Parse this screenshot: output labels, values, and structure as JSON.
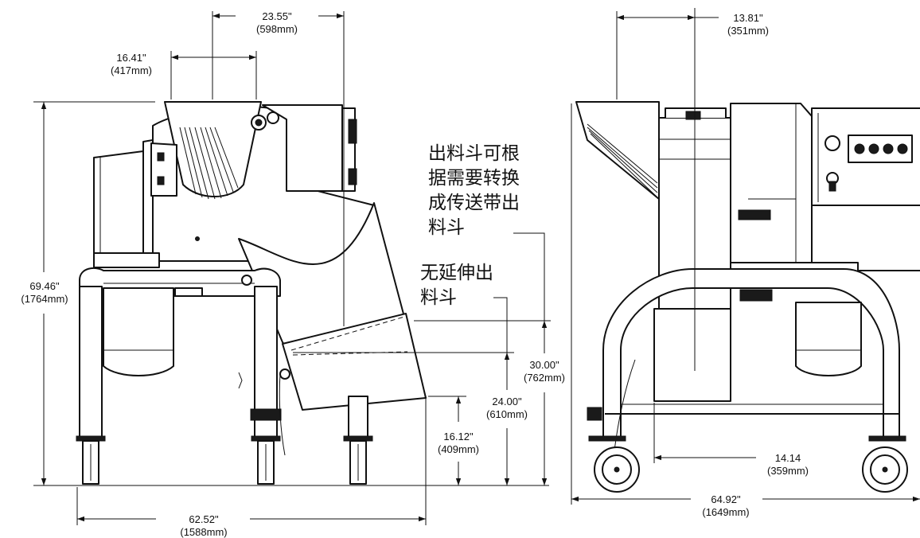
{
  "dimensions": {
    "top_width_in": "23.55\"",
    "top_width_mm": "(598mm)",
    "hopper_width_in": "16.41\"",
    "hopper_width_mm": "(417mm)",
    "height_in": "69.46\"",
    "height_mm": "(1764mm)",
    "side_length_in": "62.52\"",
    "side_length_mm": "(1588mm)",
    "chute_30_in": "30.00\"",
    "chute_30_mm": "(762mm)",
    "chute_24_in": "24.00\"",
    "chute_24_mm": "(610mm)",
    "chute_16_in": "16.12\"",
    "chute_16_mm": "(409mm)",
    "front_top_in": "13.81\"",
    "front_top_mm": "(351mm)",
    "front_center_in": "14.14",
    "front_center_mm": "(359mm)",
    "front_length_in": "64.92\"",
    "front_length_mm": "(1649mm)"
  },
  "notes": {
    "conveyor_line1": "出料斗可根",
    "conveyor_line2": "据需要转换",
    "conveyor_line3": "成传送带出",
    "conveyor_line4": "料斗",
    "noext_line1": "无延伸出",
    "noext_line2": "料斗"
  }
}
